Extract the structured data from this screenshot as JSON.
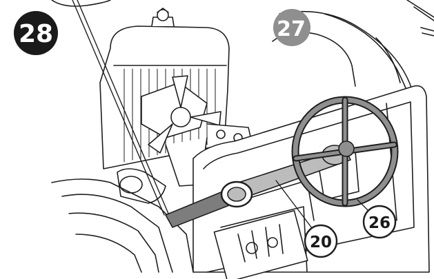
{
  "step_badge": {
    "number": "28",
    "fill": "#1a1a1a",
    "text_color": "#ffffff"
  },
  "prev_badge": {
    "number": "27",
    "fill": "#8f8f8f",
    "text_color": "#ffffff"
  },
  "callouts": [
    {
      "id": "steering-wheel",
      "text": "26"
    },
    {
      "id": "steering-column",
      "text": "20"
    }
  ],
  "colors": {
    "line": "#1e1e1e",
    "paper": "#ffffff",
    "shade": "#bcbcbc",
    "dark_part": "#7d7d7d"
  }
}
